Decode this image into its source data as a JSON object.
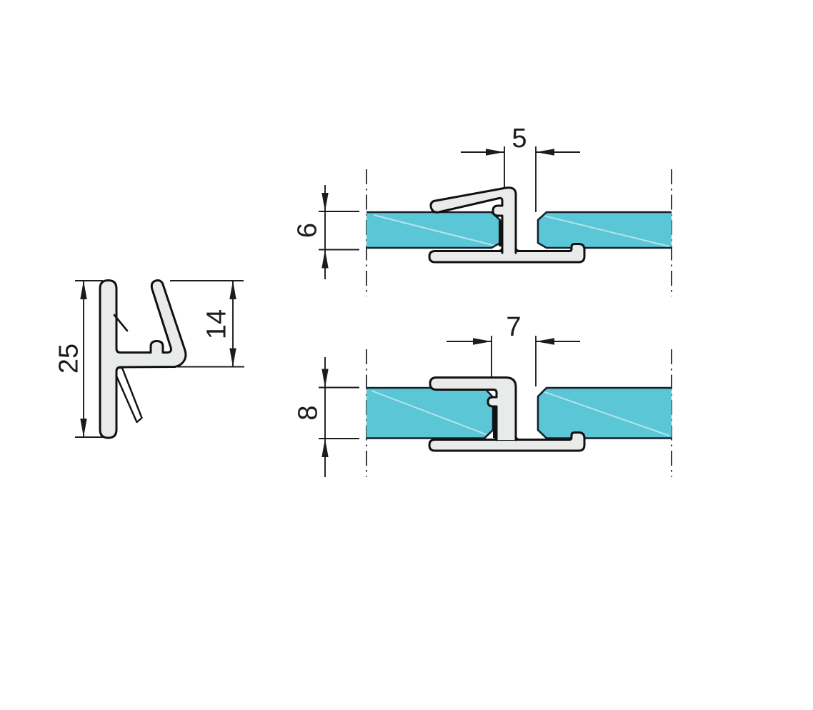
{
  "colors": {
    "background": "#ffffff",
    "glass": "#5bc6d6",
    "glass_edge": "#16202a",
    "profile": "#e9eaea",
    "outline": "#111111",
    "dim": "#1c1c1c"
  },
  "figures": {
    "profile_section": {
      "dimensions": {
        "overall_height": "25",
        "flap_length": "14"
      }
    },
    "glass_joint_6mm": {
      "dimensions": {
        "glass_gap": "5",
        "glass_thickness": "6"
      }
    },
    "glass_joint_8mm": {
      "dimensions": {
        "glass_gap": "7",
        "glass_thickness": "8"
      }
    }
  }
}
